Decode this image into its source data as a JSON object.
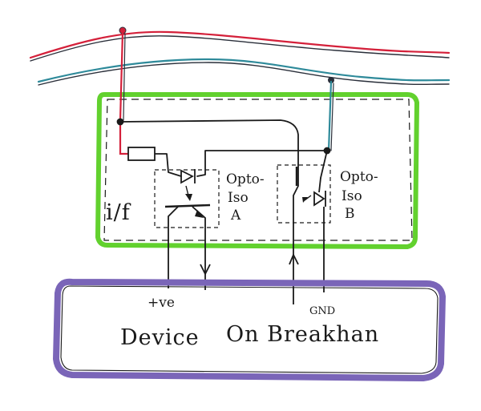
{
  "labels": {
    "interface": "i/f",
    "opto_a_line1": "Opto-",
    "opto_a_line2": "Iso",
    "opto_a_line3": "A",
    "opto_b_line1": "Opto-",
    "opto_b_line2": "Iso",
    "opto_b_line3": "B",
    "positive": "+ve",
    "ground": "GND",
    "device": "Device",
    "device_suffix": "On Breakhan"
  },
  "colors": {
    "red_wire": "#d4203a",
    "blue_wire": "#2e8a9a",
    "dark_wire": "#2a2f3a",
    "green_box": "#62d12e",
    "purple_box": "#7a65b8",
    "ink": "#1a1a1a"
  }
}
